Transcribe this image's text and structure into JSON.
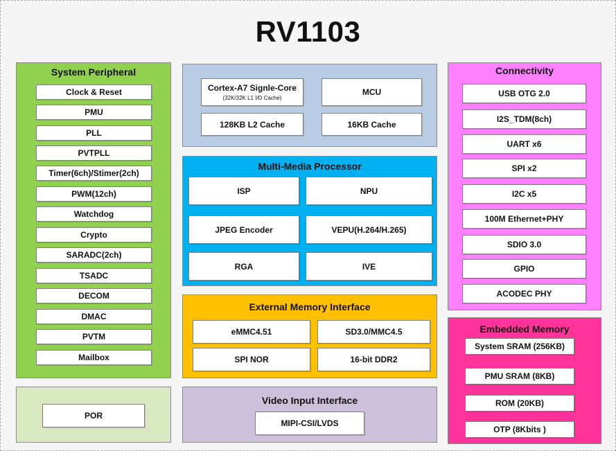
{
  "title": "RV1103",
  "system_peripheral": {
    "title": "System Peripheral",
    "items": [
      "Clock & Reset",
      "PMU",
      "PLL",
      "PVTPLL",
      "Timer(6ch)/Stimer(2ch)",
      "PWM(12ch)",
      "Watchdog",
      "Crypto",
      "SARADC(2ch)",
      "TSADC",
      "DECOM",
      "DMAC",
      "PVTM",
      "Mailbox"
    ]
  },
  "por": {
    "label": "POR"
  },
  "cpu": {
    "core": "Cortex-A7 Signle-Core",
    "core_sub": "(32K/32K L1 I/D Cache)",
    "mcu": "MCU",
    "l2": "128KB L2 Cache",
    "cache16": "16KB Cache"
  },
  "multimedia": {
    "title": "Multi-Media Processor",
    "items": [
      "ISP",
      "NPU",
      "JPEG Encoder",
      "VEPU(H.264/H.265)",
      "RGA",
      "IVE"
    ]
  },
  "external_memory": {
    "title": "External Memory Interface",
    "items": [
      "eMMC4.51",
      "SD3.0/MMC4.5",
      "SPI NOR",
      "16-bit DDR2"
    ]
  },
  "video_input": {
    "title": "Video Input Interface",
    "item": "MIPI-CSI/LVDS"
  },
  "connectivity": {
    "title": "Connectivity",
    "items": [
      "USB OTG 2.0",
      "I2S_TDM(8ch)",
      "UART x6",
      "SPI x2",
      "I2C x5",
      "100M Ethernet+PHY",
      "SDIO 3.0",
      "GPIO",
      "ACODEC PHY"
    ]
  },
  "embedded_memory": {
    "title": "Embedded Memory",
    "items": [
      "System SRAM (256KB)",
      "PMU SRAM (8KB)",
      "ROM (20KB)",
      "OTP (8Kbits )"
    ]
  }
}
